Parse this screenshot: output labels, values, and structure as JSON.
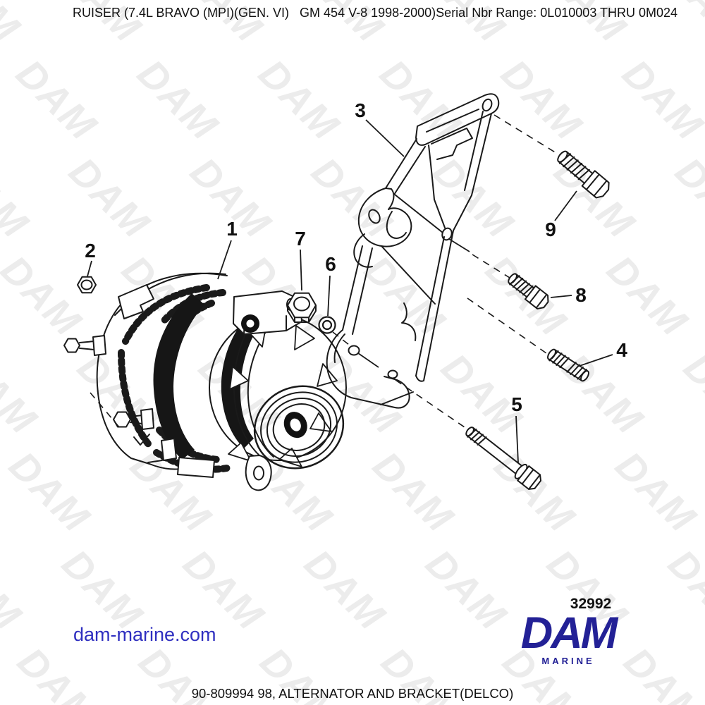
{
  "header": {
    "title": "RUISER (7.4L BRAVO (MPI)(GEN. VI)   GM 454 V-8 1998-2000)Serial Nbr Range: 0L010003 THRU 0M024"
  },
  "watermark": {
    "text": "DAM"
  },
  "diagram": {
    "description_names": [
      "alternator",
      "bracket",
      "fasteners"
    ],
    "callouts": [
      "1",
      "2",
      "3",
      "4",
      "5",
      "6",
      "7",
      "8",
      "9"
    ]
  },
  "footer": {
    "figure_number": "32992",
    "website": "dam-marine.com",
    "logo": {
      "text": "DAM",
      "subtext": "MARINE"
    },
    "caption": "90-809994 98, ALTERNATOR AND BRACKET(DELCO)"
  },
  "colors": {
    "line_art": "#1a1a1a",
    "watermark": "#ececec",
    "logo_blue": "#232196",
    "website_blue": "#2f2fc0"
  }
}
